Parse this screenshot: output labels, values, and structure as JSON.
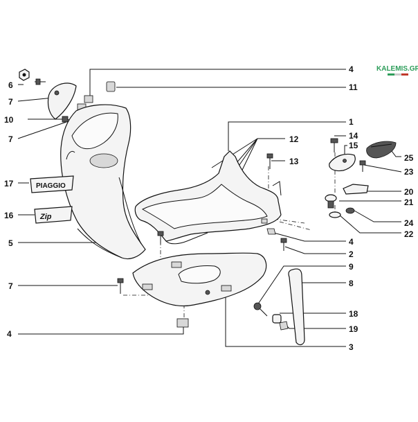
{
  "watermark": {
    "text": "KALEMIS.GR",
    "color": "#2d9d5a"
  },
  "logos": {
    "piaggio_text": "PIAGGIO",
    "model_text": "Zip"
  },
  "part_numbers": {
    "p1": "1",
    "p2": "2",
    "p3": "3",
    "p4a": "4",
    "p4b": "4",
    "p4c": "4",
    "p5": "5",
    "p6": "6",
    "p7a": "7",
    "p7b": "7",
    "p7c": "7",
    "p8": "8",
    "p9": "9",
    "p10": "10",
    "p11": "11",
    "p12": "12",
    "p13": "13",
    "p14": "14",
    "p15": "15",
    "p16": "16",
    "p17": "17",
    "p18": "18",
    "p19": "19",
    "p20": "20",
    "p21": "21",
    "p22": "22",
    "p23": "23",
    "p24": "24",
    "p25": "25"
  }
}
